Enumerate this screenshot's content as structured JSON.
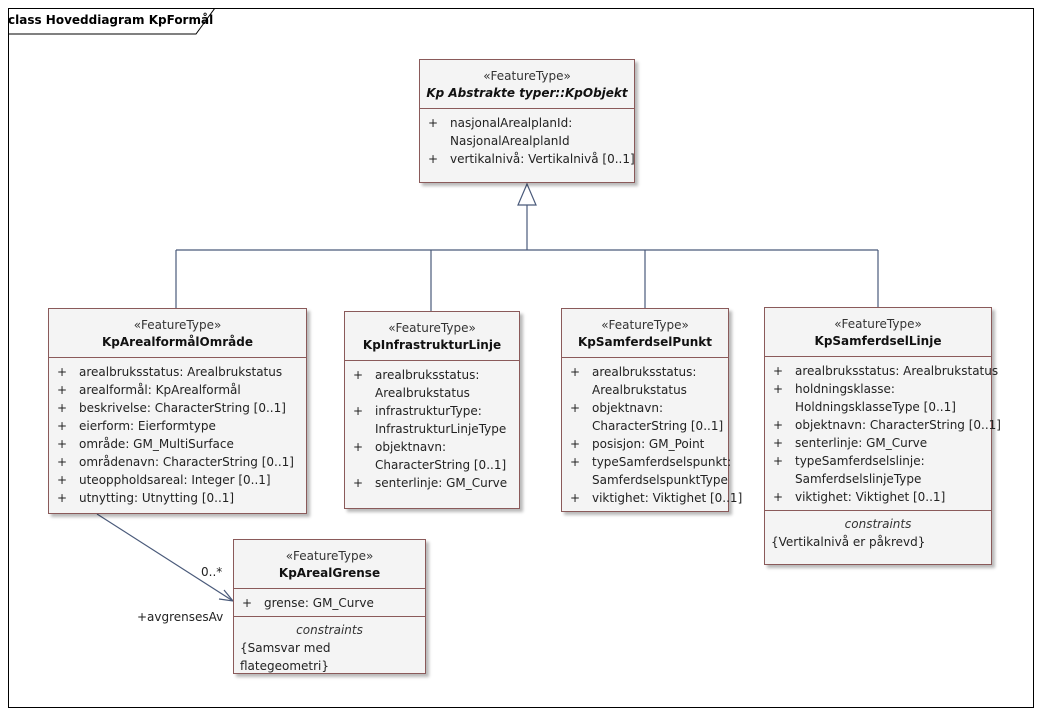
{
  "frame": {
    "title": "class Hoveddiagram KpFormål"
  },
  "classes": {
    "kpobjekt": {
      "stereotype": "«FeatureType»",
      "name": "Kp Abstrakte typer::KpObjekt",
      "attributes": [
        {
          "vis": "+",
          "lines": [
            "nasjonalArealplanId:",
            "NasjonalArealplanId"
          ]
        },
        {
          "vis": "+",
          "lines": [
            "vertikalnivå: Vertikalnivå [0..1]"
          ]
        }
      ]
    },
    "omrade": {
      "stereotype": "«FeatureType»",
      "name": "KpArealformålOmråde",
      "attributes": [
        {
          "vis": "+",
          "lines": [
            "arealbruksstatus: Arealbrukstatus"
          ]
        },
        {
          "vis": "+",
          "lines": [
            "arealformål: KpArealformål"
          ]
        },
        {
          "vis": "+",
          "lines": [
            "beskrivelse: CharacterString [0..1]"
          ]
        },
        {
          "vis": "+",
          "lines": [
            "eierform: Eierformtype"
          ]
        },
        {
          "vis": "+",
          "lines": [
            "område: GM_MultiSurface"
          ]
        },
        {
          "vis": "+",
          "lines": [
            "områdenavn: CharacterString [0..1]"
          ]
        },
        {
          "vis": "+",
          "lines": [
            "uteoppholdsareal: Integer [0..1]"
          ]
        },
        {
          "vis": "+",
          "lines": [
            "utnytting: Utnytting [0..1]"
          ]
        }
      ]
    },
    "infra": {
      "stereotype": "«FeatureType»",
      "name": "KpInfrastrukturLinje",
      "attributes": [
        {
          "vis": "+",
          "lines": [
            "arealbruksstatus:",
            "Arealbrukstatus"
          ]
        },
        {
          "vis": "+",
          "lines": [
            "infrastrukturType:",
            "InfrastrukturLinjeType"
          ]
        },
        {
          "vis": "+",
          "lines": [
            "objektnavn:",
            "CharacterString [0..1]"
          ]
        },
        {
          "vis": "+",
          "lines": [
            "senterlinje: GM_Curve"
          ]
        }
      ]
    },
    "punkt": {
      "stereotype": "«FeatureType»",
      "name": "KpSamferdselPunkt",
      "attributes": [
        {
          "vis": "+",
          "lines": [
            "arealbruksstatus:",
            "Arealbrukstatus"
          ]
        },
        {
          "vis": "+",
          "lines": [
            "objektnavn:",
            "CharacterString [0..1]"
          ]
        },
        {
          "vis": "+",
          "lines": [
            "posisjon: GM_Point"
          ]
        },
        {
          "vis": "+",
          "lines": [
            "typeSamferdselspunkt:",
            "SamferdselspunktType"
          ]
        },
        {
          "vis": "+",
          "lines": [
            "viktighet: Viktighet [0..1]"
          ]
        }
      ]
    },
    "linje": {
      "stereotype": "«FeatureType»",
      "name": "KpSamferdselLinje",
      "attributes": [
        {
          "vis": "+",
          "lines": [
            "arealbruksstatus: Arealbrukstatus"
          ]
        },
        {
          "vis": "+",
          "lines": [
            "holdningsklasse:",
            "HoldningsklasseType [0..1]"
          ]
        },
        {
          "vis": "+",
          "lines": [
            "objektnavn: CharacterString [0..1]"
          ]
        },
        {
          "vis": "+",
          "lines": [
            "senterlinje: GM_Curve"
          ]
        },
        {
          "vis": "+",
          "lines": [
            "typeSamferdselslinje:",
            "SamferdselslinjeType"
          ]
        },
        {
          "vis": "+",
          "lines": [
            "viktighet: Viktighet [0..1]"
          ]
        }
      ],
      "constraints_title": "constraints",
      "constraints": [
        "{Vertikalnivå er påkrevd}"
      ]
    },
    "grense": {
      "stereotype": "«FeatureType»",
      "name": "KpArealGrense",
      "attributes": [
        {
          "vis": "+",
          "lines": [
            "grense: GM_Curve"
          ]
        }
      ],
      "constraints_title": "constraints",
      "constraints": [
        "{Samsvar med flategeometri}"
      ]
    }
  },
  "association": {
    "role": "+avgrensesAv",
    "multiplicity": "0..*"
  },
  "colors": {
    "box_fill": "#f4f4f4",
    "box_border": "#8a5a5a",
    "line": "#4a5a7a"
  }
}
